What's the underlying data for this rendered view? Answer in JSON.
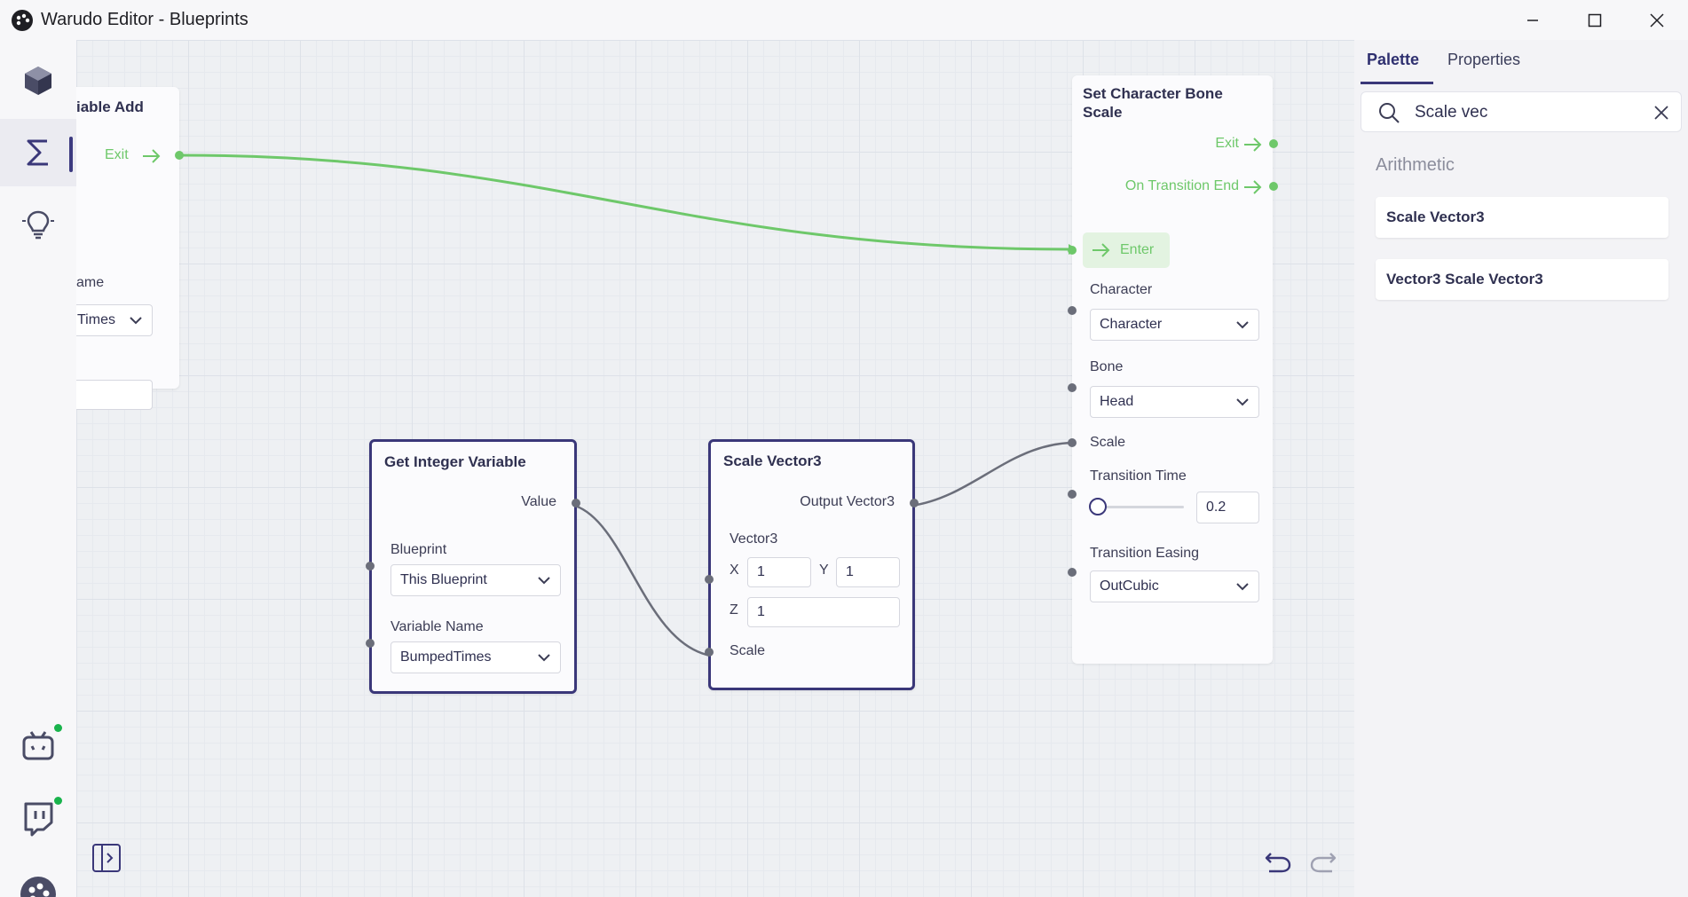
{
  "window": {
    "title": "Warudo Editor - Blueprints",
    "controls": [
      "minimize-icon",
      "maximize-icon",
      "close-icon"
    ]
  },
  "left_rail": {
    "items": [
      {
        "icon": "cube-icon",
        "active": false
      },
      {
        "icon": "sigma-icon",
        "active": true
      },
      {
        "icon": "lightbulb-icon",
        "active": false
      }
    ],
    "bottom_items": [
      {
        "icon": "bilibili-icon",
        "status": "online"
      },
      {
        "icon": "twitch-icon",
        "status": "online"
      },
      {
        "icon": "warudo-logo-icon"
      }
    ]
  },
  "colors": {
    "accent": "#3a3779",
    "flow": "#6ec86a",
    "data_port": "#6b6e7a",
    "online": "#19b34c"
  },
  "canvas": {
    "partial_node": {
      "title": "iable Add",
      "exit_label": "Exit",
      "field_label": "ame",
      "dropdown_value": "Times",
      "textbox_value": ""
    },
    "get_integer_variable": {
      "title": "Get Integer Variable",
      "output_label": "Value",
      "blueprint_label": "Blueprint",
      "blueprint_value": "This Blueprint",
      "variable_name_label": "Variable Name",
      "variable_name_value": "BumpedTimes"
    },
    "scale_vector3": {
      "title": "Scale Vector3",
      "output_label": "Output Vector3",
      "vector_label": "Vector3",
      "x_label": "X",
      "x_value": "1",
      "y_label": "Y",
      "y_value": "1",
      "z_label": "Z",
      "z_value": "1",
      "scale_label": "Scale"
    },
    "set_character_bone_scale": {
      "title": "Set Character Bone Scale",
      "exit_label": "Exit",
      "transition_end_label": "On Transition End",
      "enter_label": "Enter",
      "character_label": "Character",
      "character_value": "Character",
      "bone_label": "Bone",
      "bone_value": "Head",
      "scale_label": "Scale",
      "transition_time_label": "Transition Time",
      "transition_time_value": "0.2",
      "transition_time_slider_fraction": 0.0,
      "transition_easing_label": "Transition Easing",
      "transition_easing_value": "OutCubic"
    },
    "toolbar": [
      "undo-icon",
      "redo-icon",
      "collapse-panel-icon"
    ]
  },
  "right_panel": {
    "tabs": [
      {
        "label": "Palette",
        "active": true
      },
      {
        "label": "Properties",
        "active": false
      }
    ],
    "search": {
      "value": "Scale vec"
    },
    "section_title": "Arithmetic",
    "results": [
      "Scale Vector3",
      "Vector3 Scale Vector3"
    ]
  }
}
